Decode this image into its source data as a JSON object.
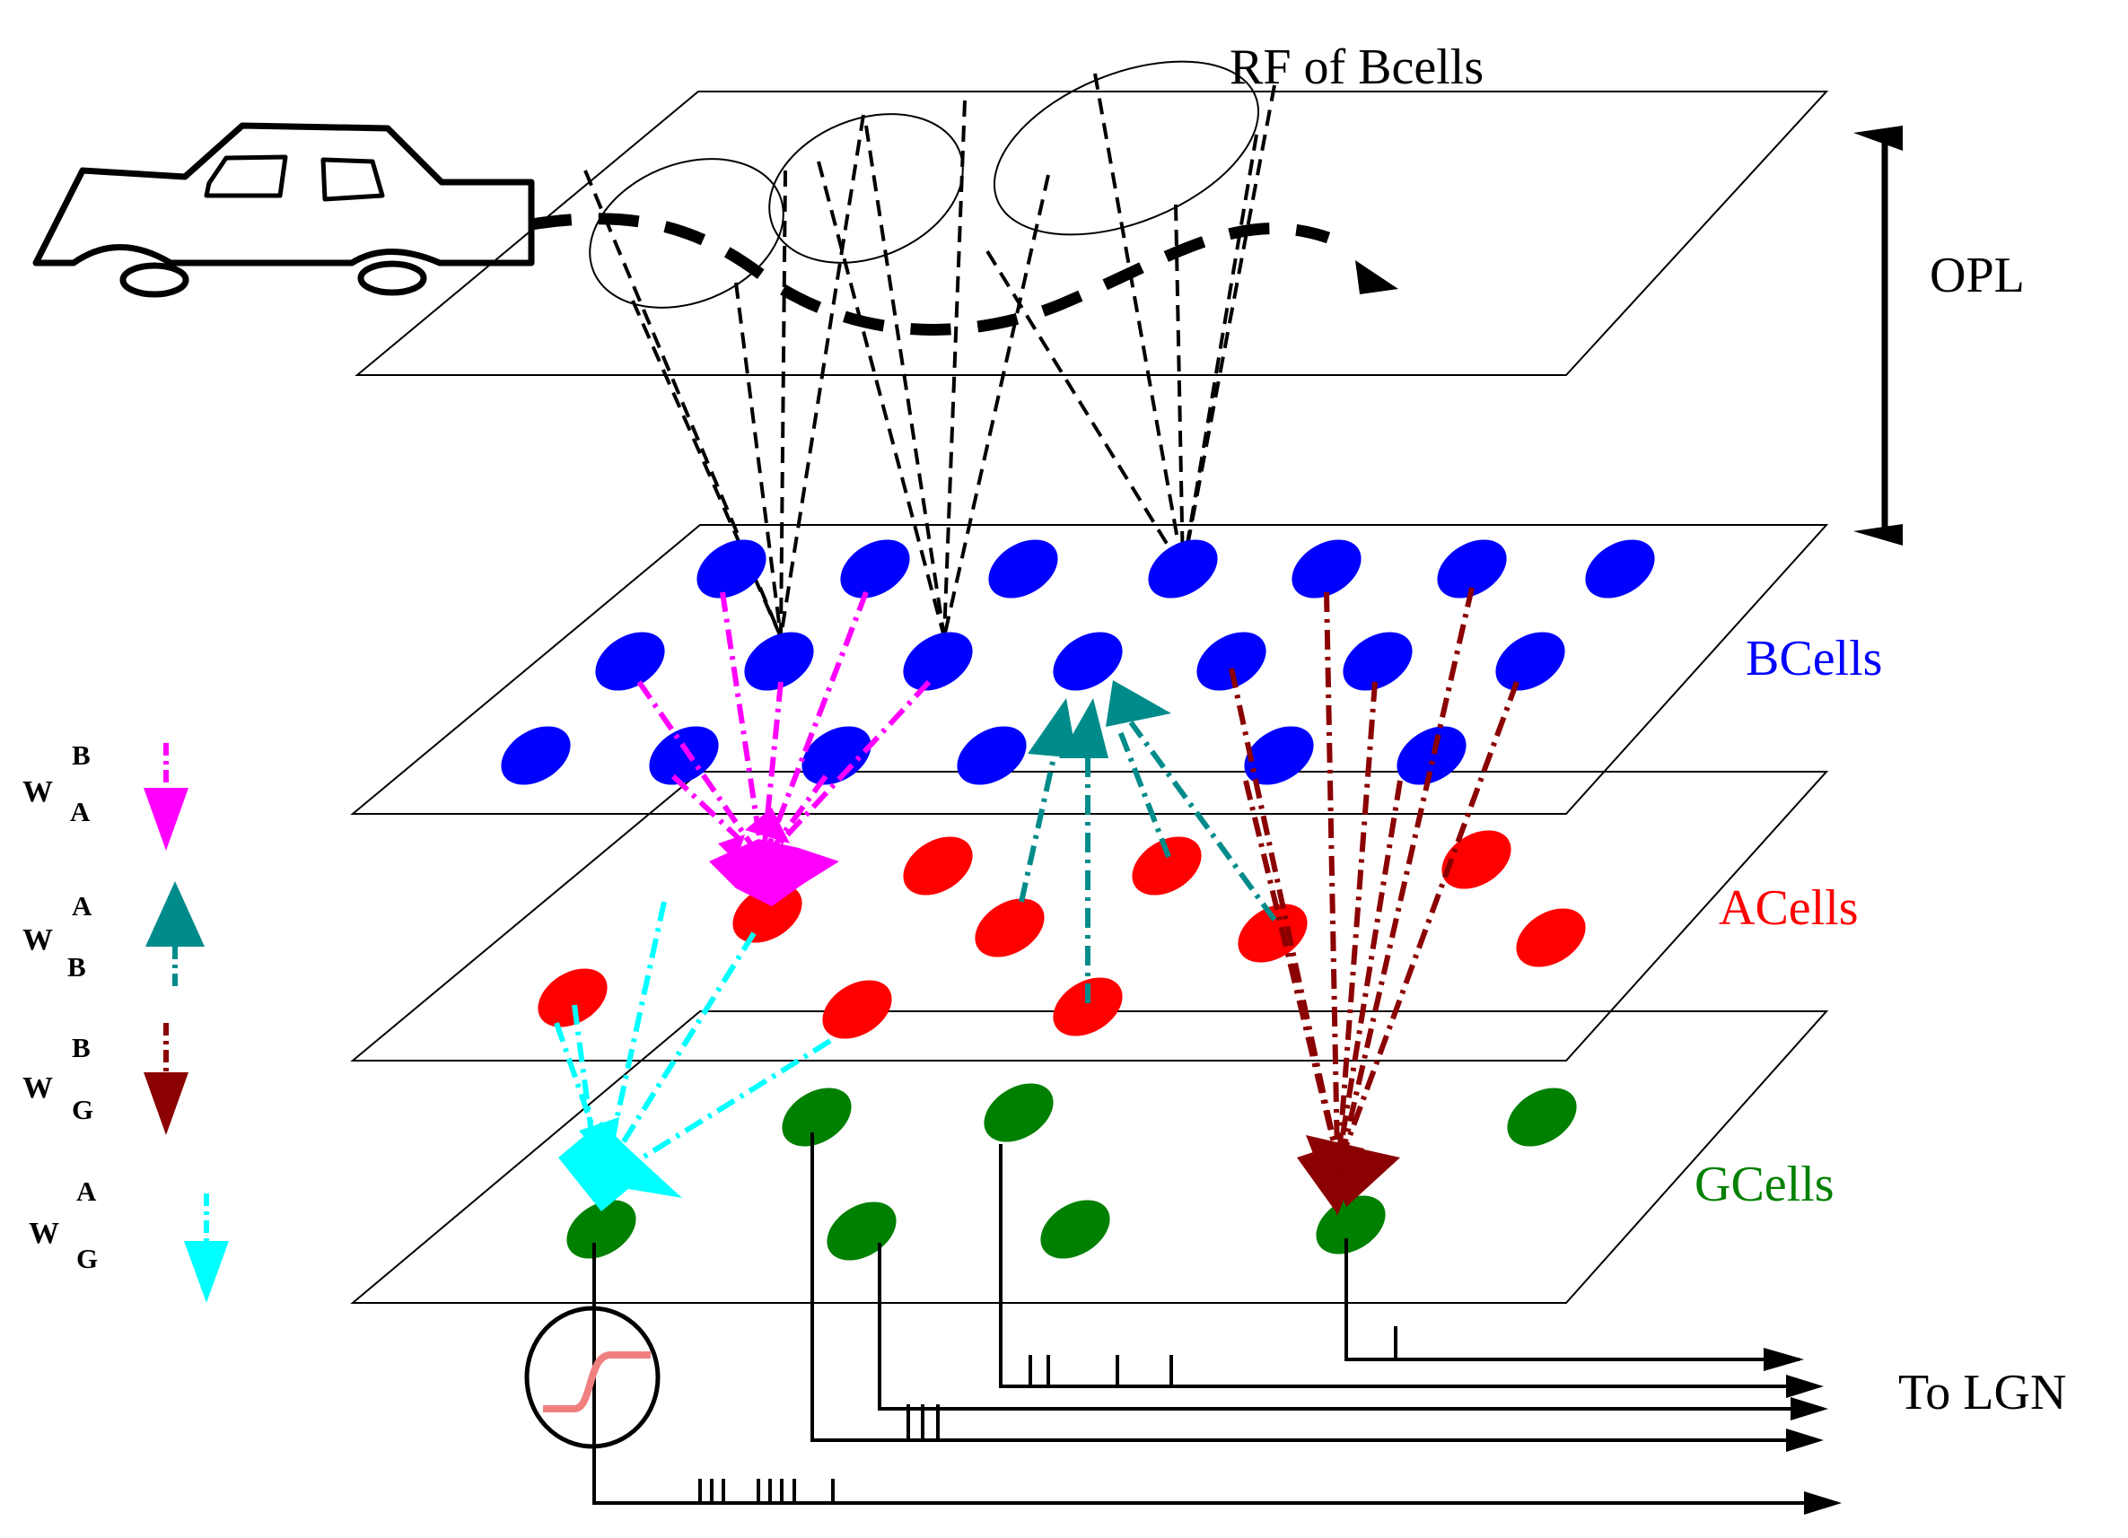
{
  "labels": {
    "rf": "RF of Bcells",
    "opl": "OPL",
    "bcells": "BCells",
    "acells": "ACells",
    "gcells": "GCells",
    "lgn": "To LGN"
  },
  "legend": [
    {
      "main": "W",
      "sup": "B",
      "sub": "A",
      "color": "#ff00ff",
      "direction": "down"
    },
    {
      "main": "W",
      "sup": "A",
      "sub": "B",
      "color": "#008b8b",
      "direction": "up"
    },
    {
      "main": "W",
      "sup": "B",
      "sub": "G",
      "color": "#8b0000",
      "direction": "down"
    },
    {
      "main": "W",
      "sup": "A",
      "sub": "G",
      "color": "#00ffff",
      "direction": "down"
    }
  ],
  "colors": {
    "bcell": "#0000ff",
    "acell": "#ff0000",
    "gcell": "#008000",
    "w_ba": "#ff00ff",
    "w_ab": "#008b8b",
    "w_bg": "#8b0000",
    "w_ag": "#00ffff",
    "sigmoid": "#f08080",
    "line": "#000000"
  },
  "icons": [
    "car-icon",
    "sigmoid-icon"
  ]
}
